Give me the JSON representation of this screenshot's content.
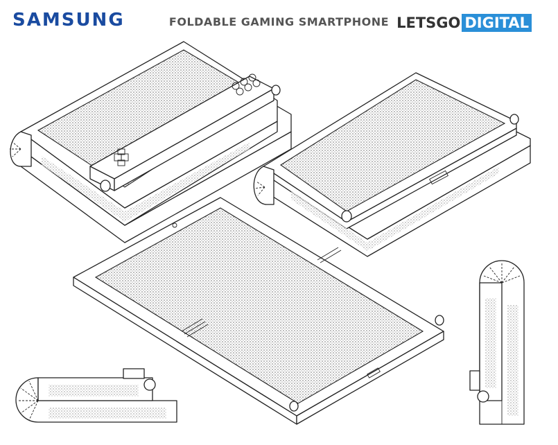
{
  "header": {
    "brand": "SAMSUNG",
    "title": "FOLDABLE GAMING SMARTPHONE",
    "logo_part1": "LETSGO",
    "logo_part2": "DIGITAL"
  },
  "colors": {
    "brand": "#1a4ba0",
    "title": "#555555",
    "logo_accent": "#2a8fd8",
    "line": "#222222"
  }
}
